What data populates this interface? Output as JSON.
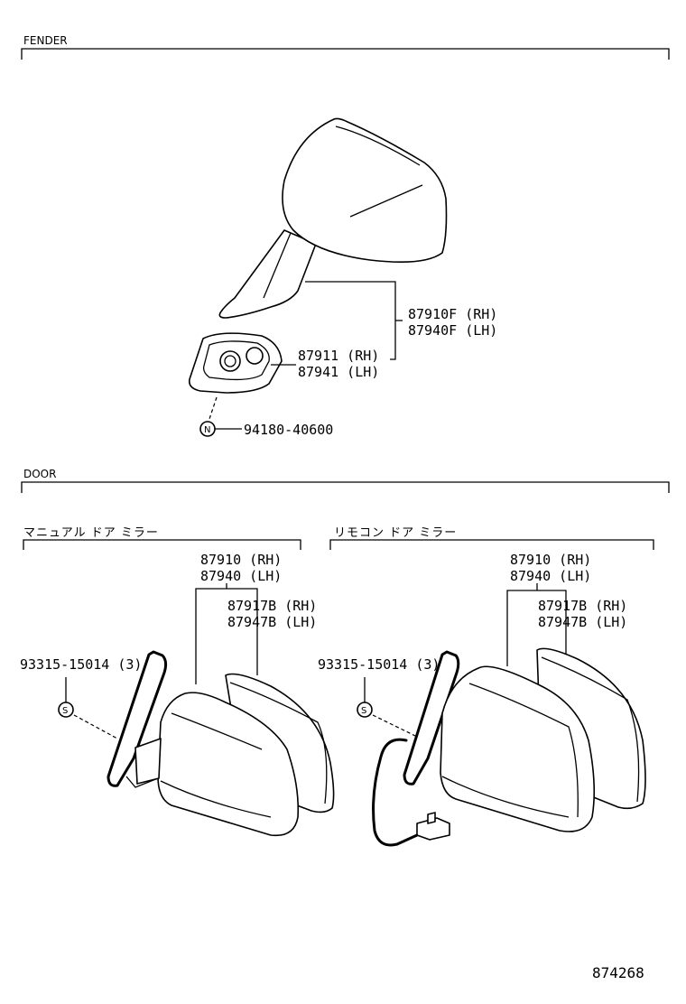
{
  "sections": {
    "fender": "FENDER",
    "door": "DOOR"
  },
  "fender": {
    "mirror_assy": [
      "87910F (RH)",
      "87940F (LH)"
    ],
    "base": [
      "87911 (RH)",
      "87941 (LH)"
    ],
    "nut_symbol": "N",
    "nut_part": "94180-40600"
  },
  "door_manual": {
    "heading": "マニュアル ドア ミラー",
    "mirror_assy": [
      "87910 (RH)",
      "87940 (LH)"
    ],
    "cover": [
      "87917B (RH)",
      "87947B (LH)"
    ],
    "screw_symbol": "S",
    "screw_part": "93315-15014 (3)"
  },
  "door_remote": {
    "heading": "リモコン ドア ミラー",
    "mirror_assy": [
      "87910 (RH)",
      "87940 (LH)"
    ],
    "cover": [
      "87917B (RH)",
      "87947B (LH)"
    ],
    "screw_symbol": "S",
    "screw_part": "93315-15014 (3)"
  },
  "diagram_number": "874268"
}
